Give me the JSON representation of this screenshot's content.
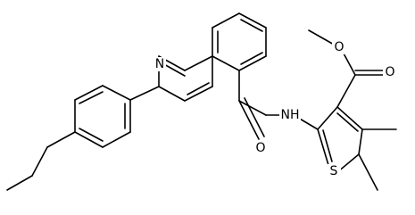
{
  "atoms": {
    "n_quinoline": "N",
    "o_carbonyl_amide": "O",
    "nh_amide": "NH",
    "o_ester_carbonyl": "O",
    "o_ester": "O",
    "s_thiophene": "S"
  },
  "colors": {
    "bond": "#000000",
    "background": "#ffffff"
  }
}
